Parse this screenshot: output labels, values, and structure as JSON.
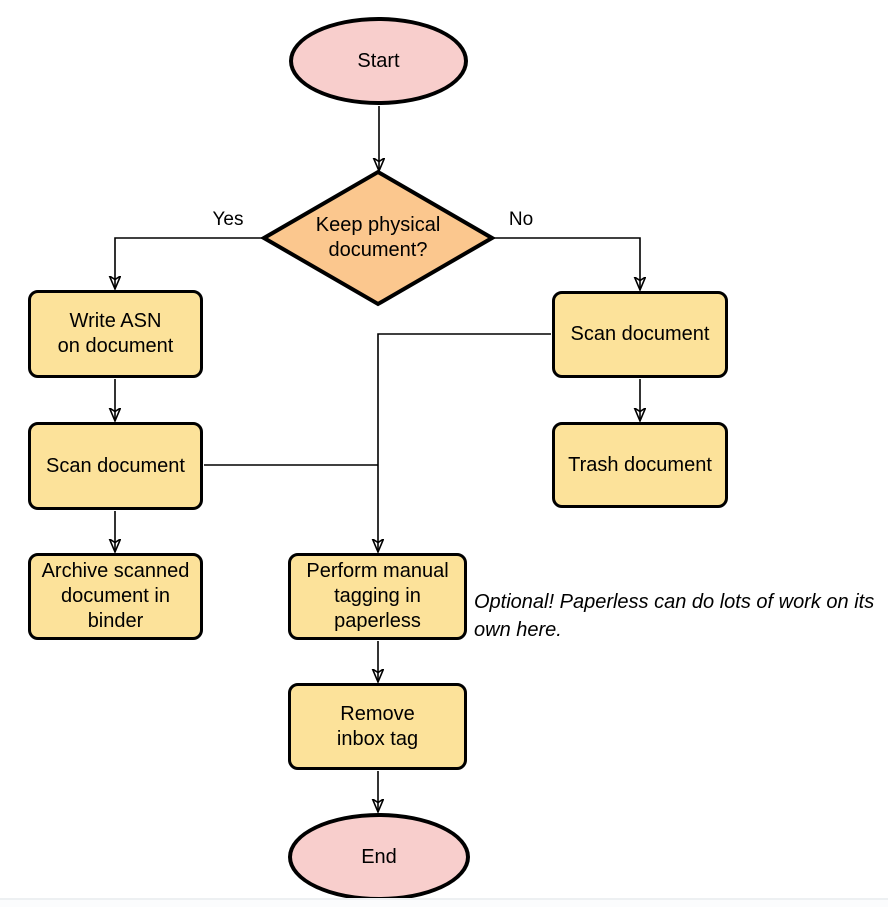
{
  "colors": {
    "terminator_fill": "#f8cecc",
    "decision_fill": "#fbc78e",
    "process_fill": "#fce29a",
    "stroke": "#000000",
    "page_edge": "#edf0f2"
  },
  "flowchart": {
    "nodes": {
      "start": {
        "type": "terminator",
        "label": "Start"
      },
      "decision": {
        "type": "decision",
        "label": "Keep physical\ndocument?"
      },
      "write_asn": {
        "type": "process",
        "label": "Write ASN\non document"
      },
      "scan_left": {
        "type": "process",
        "label": "Scan document"
      },
      "archive": {
        "type": "process",
        "label": "Archive scanned\ndocument in\nbinder"
      },
      "scan_right": {
        "type": "process",
        "label": "Scan document"
      },
      "trash": {
        "type": "process",
        "label": "Trash document"
      },
      "tagging": {
        "type": "process",
        "label": "Perform manual\ntagging in\npaperless"
      },
      "remove_tag": {
        "type": "process",
        "label": "Remove\ninbox tag"
      },
      "end": {
        "type": "terminator",
        "label": "End"
      }
    },
    "edge_labels": {
      "yes": "Yes",
      "no": "No"
    },
    "annotation": "Optional! Paperless can do lots of work on its own here."
  }
}
